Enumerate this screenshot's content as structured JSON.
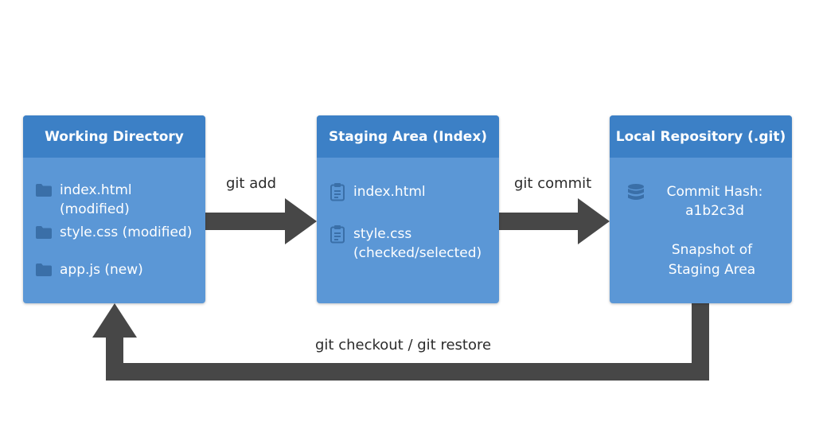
{
  "colors": {
    "box_body": "#5b97d6",
    "box_header": "#3c80c6",
    "arrow": "#474747",
    "icon": "#3a6fa8"
  },
  "working_directory": {
    "title": "Working Directory",
    "files": [
      {
        "icon": "folder-icon",
        "line1": "index.html",
        "line2": "(modified)"
      },
      {
        "icon": "folder-icon",
        "line1": "style.css (modified)",
        "line2": ""
      },
      {
        "icon": "folder-icon",
        "line1": "app.js (new)",
        "line2": ""
      }
    ]
  },
  "staging_area": {
    "title": "Staging Area (Index)",
    "files": [
      {
        "icon": "clipboard-icon",
        "line1": "index.html",
        "line2": ""
      },
      {
        "icon": "clipboard-icon",
        "line1": "style.css",
        "line2": "(checked/selected)"
      }
    ]
  },
  "local_repository": {
    "title": "Local Repository (.git)",
    "icon": "database-icon",
    "commit_label": "Commit Hash:",
    "commit_hash": "a1b2c3d",
    "snapshot_line1": "Snapshot of",
    "snapshot_line2": "Staging Area"
  },
  "arrows": {
    "git_add": "git add",
    "git_commit": "git commit",
    "git_checkout_restore": "git checkout / git restore"
  }
}
